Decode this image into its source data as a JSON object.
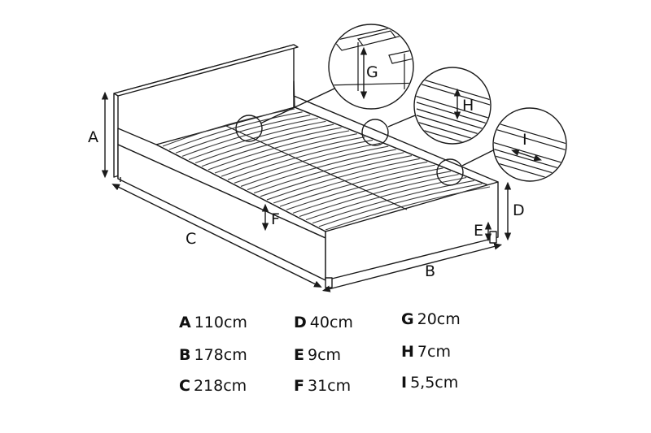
{
  "labels": {
    "a": "A",
    "b": "B",
    "c": "C",
    "d": "D",
    "e": "E",
    "f": "F",
    "g": "G",
    "h": "H",
    "i": "I"
  },
  "legend": [
    {
      "key": "A",
      "value": "110cm"
    },
    {
      "key": "B",
      "value": "178cm"
    },
    {
      "key": "C",
      "value": "218cm"
    },
    {
      "key": "D",
      "value": "40cm"
    },
    {
      "key": "E",
      "value": "9cm"
    },
    {
      "key": "F",
      "value": "31cm"
    },
    {
      "key": "G",
      "value": "20cm"
    },
    {
      "key": "H",
      "value": "7cm"
    },
    {
      "key": "I",
      "value": "5,5cm"
    }
  ],
  "colors": {
    "line": "#1a1a1a",
    "fill": "#ffffff",
    "slat": "#3a3a3a"
  }
}
